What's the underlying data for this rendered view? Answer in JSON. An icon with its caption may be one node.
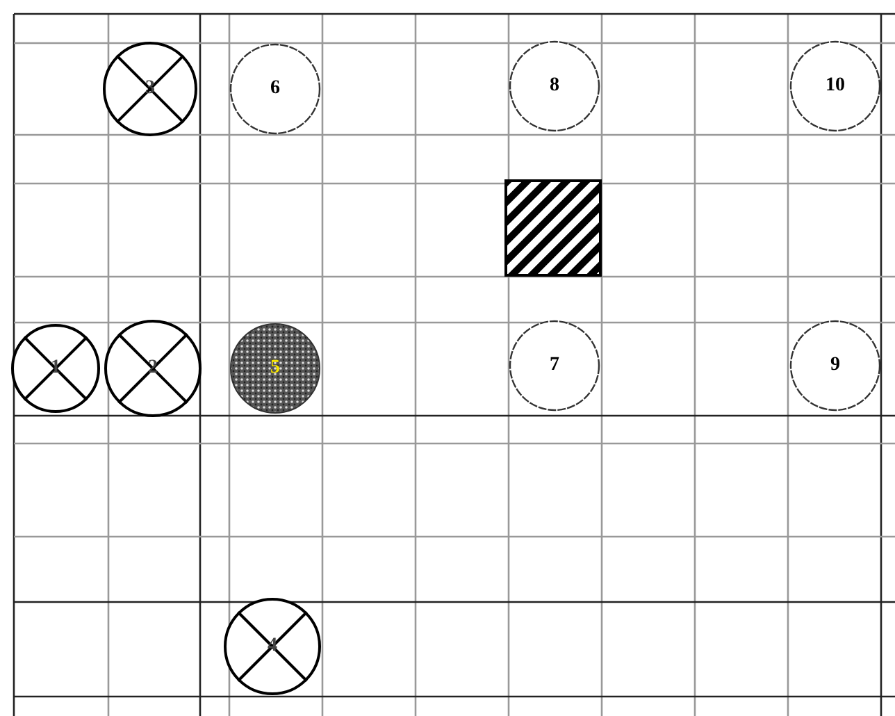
{
  "diagram": {
    "nodes": [
      {
        "text": [
          "3"
        ]
      },
      {
        "text": [
          "6"
        ]
      },
      {
        "text": [
          "8"
        ]
      },
      {
        "text": [
          "10"
        ]
      },
      {
        "text": [],
        "shape": "box"
      },
      {
        "text": [
          "1"
        ]
      },
      {
        "text": [
          "2"
        ]
      },
      {
        "text": [
          "5"
        ]
      },
      {
        "text": [
          "7"
        ]
      },
      {
        "text": [
          "9"
        ]
      },
      {
        "text": [
          "4"
        ]
      }
    ]
  }
}
